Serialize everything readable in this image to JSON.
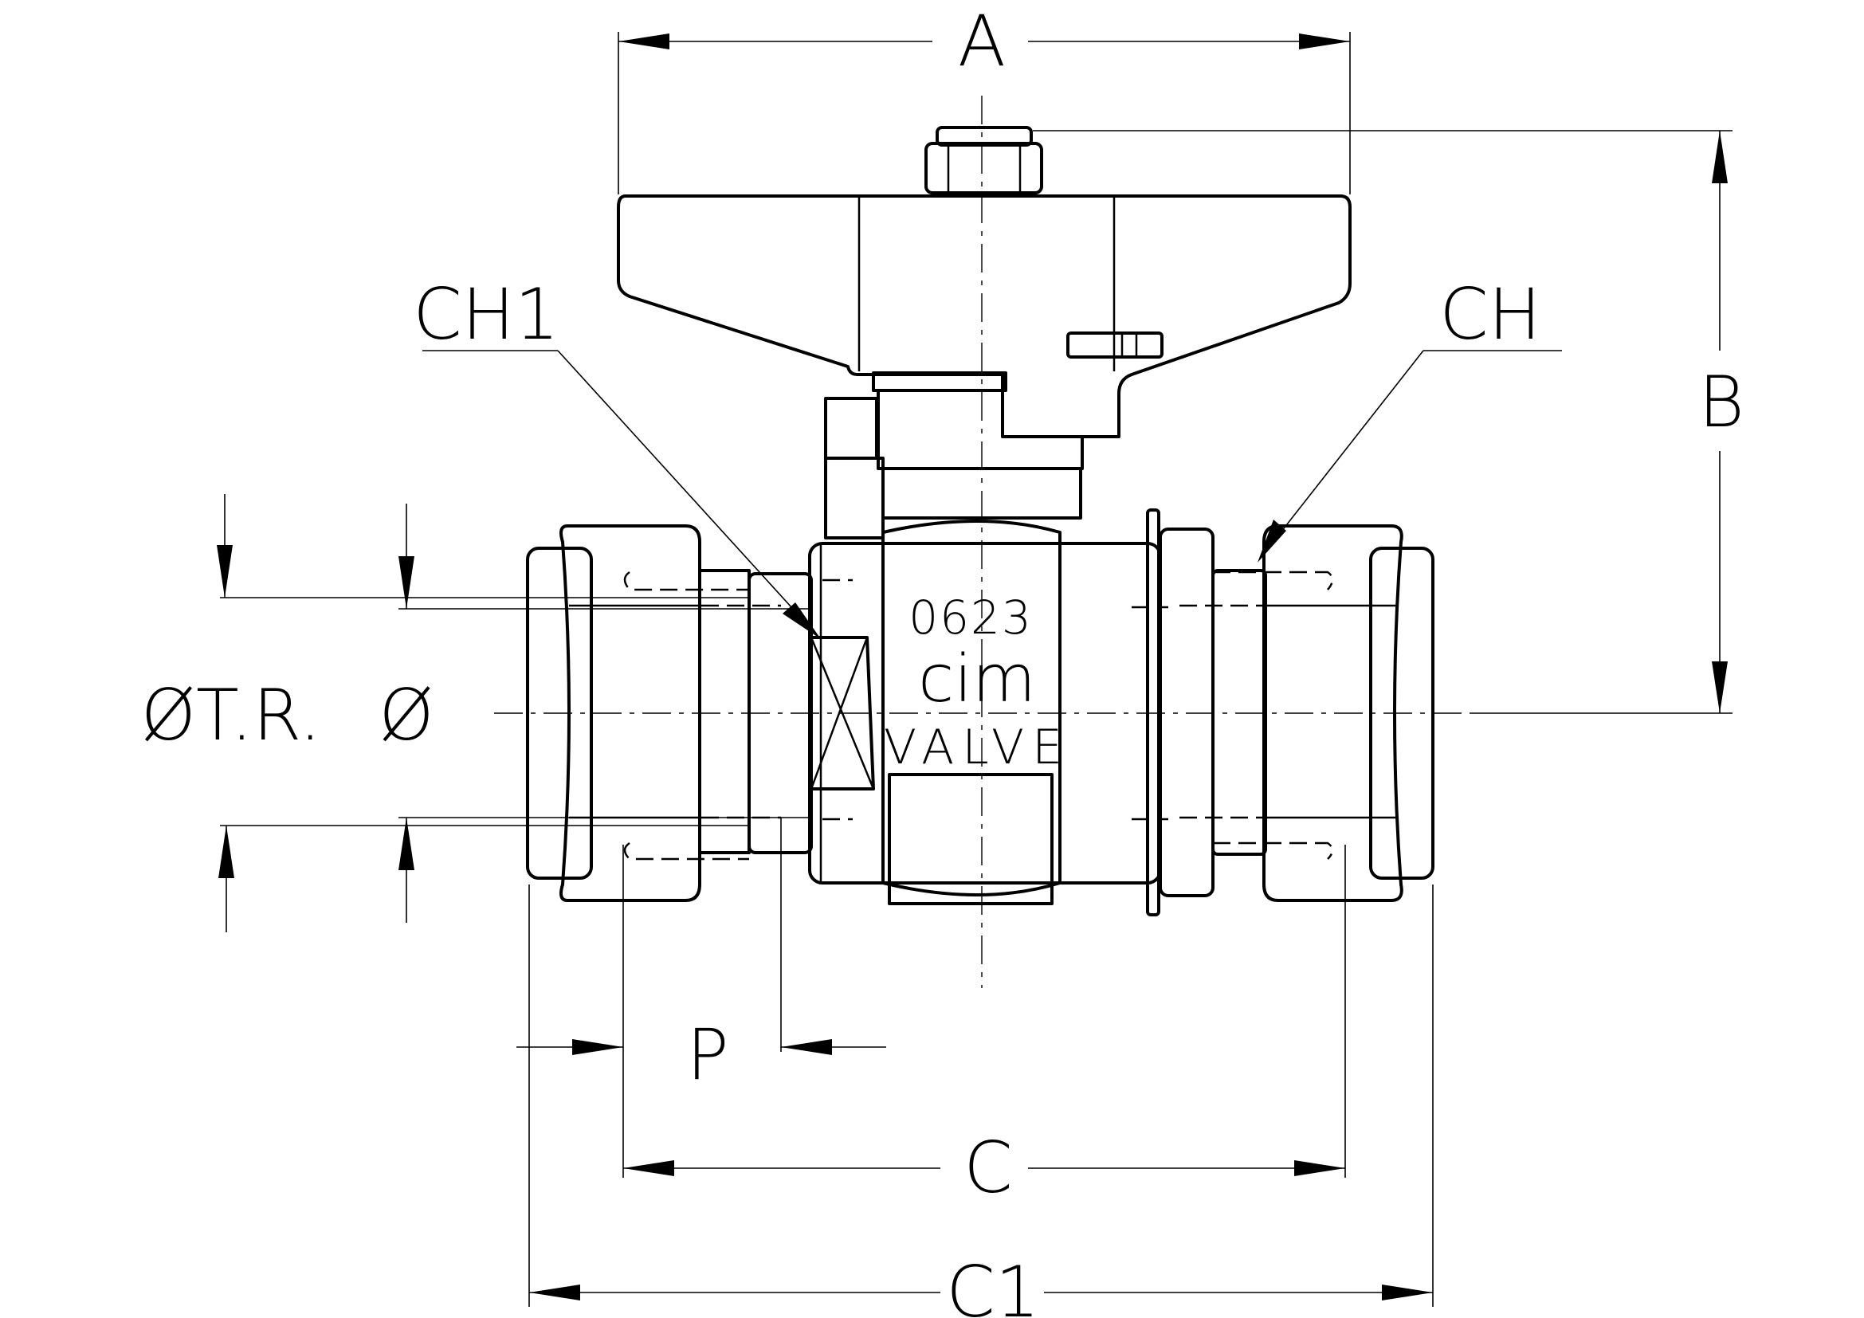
{
  "dimensions": {
    "A": "A",
    "B": "B",
    "C": "C",
    "C1": "C1",
    "P": "P",
    "CH": "CH",
    "CH1": "CH1",
    "pipe_od": "ØT.R.",
    "bore": "Ø"
  },
  "body_marking": {
    "code": "0623",
    "brand": "cim",
    "word": "VALVE"
  }
}
